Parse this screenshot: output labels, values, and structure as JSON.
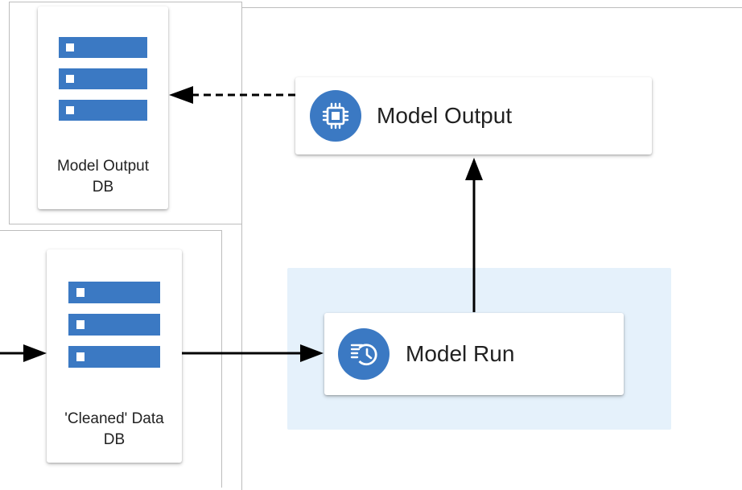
{
  "colors": {
    "accent": "#3b79c3",
    "zone": "#e5f1fb",
    "connector": "#000000"
  },
  "nodes": {
    "model_output_db": {
      "label_line1": "Model Output",
      "label_line2": "DB",
      "icon": "database-icon"
    },
    "cleaned_data_db": {
      "label_line1": "'Cleaned' Data",
      "label_line2": "DB",
      "icon": "database-icon"
    },
    "model_output": {
      "label": "Model Output",
      "icon": "processor-chip-icon"
    },
    "model_run": {
      "label": "Model Run",
      "icon": "scheduled-run-icon"
    }
  },
  "edges": [
    {
      "from": "model_output",
      "to": "model_output_db",
      "style": "dashed"
    },
    {
      "from": "model_run",
      "to": "model_output",
      "style": "solid"
    },
    {
      "from": "cleaned_data_db",
      "to": "model_run",
      "style": "solid"
    },
    {
      "from": "offscreen",
      "to": "cleaned_data_db",
      "style": "solid"
    }
  ]
}
